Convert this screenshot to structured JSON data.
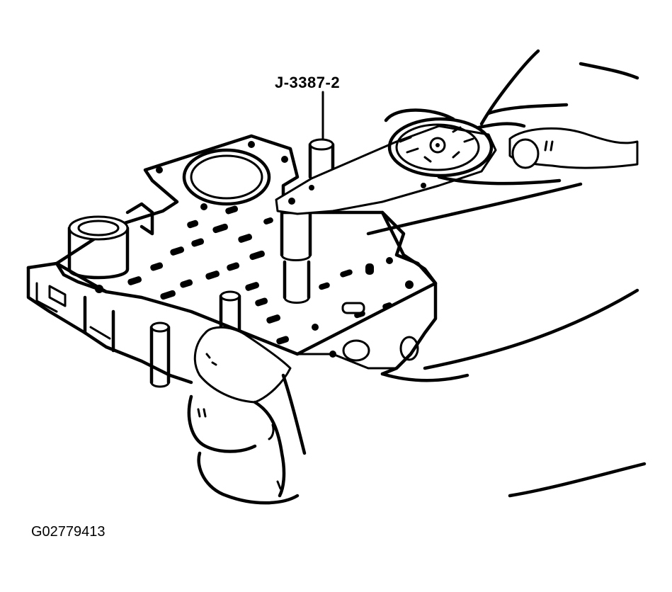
{
  "diagram": {
    "callout_label": "J-3387-2",
    "figure_id": "G02779413"
  },
  "colors": {
    "ink": "#000000",
    "paper": "#ffffff"
  },
  "components": [
    {
      "name": "valve-body-plate",
      "interactable": false
    },
    {
      "name": "tool-lever",
      "interactable": false
    },
    {
      "name": "tool-pin",
      "interactable": false
    },
    {
      "name": "hand-upper",
      "interactable": false
    },
    {
      "name": "hand-lower",
      "interactable": false
    }
  ]
}
